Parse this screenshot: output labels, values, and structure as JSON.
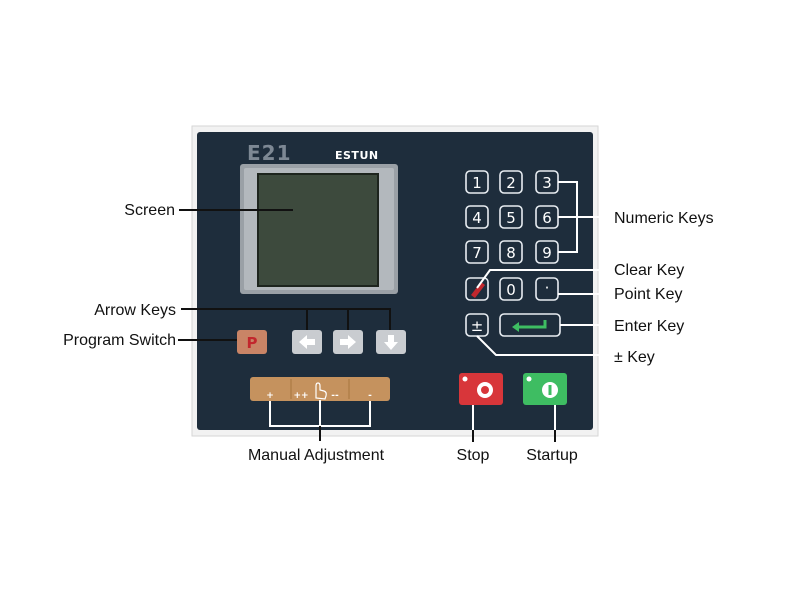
{
  "panel": {
    "model": "E21",
    "maker": "ESTUN"
  },
  "keys": {
    "numeric": [
      "1",
      "2",
      "3",
      "4",
      "5",
      "6",
      "7",
      "8",
      "9"
    ],
    "zero": "0",
    "dot": "·",
    "plusminus": "±",
    "program": "P"
  },
  "adjust_strip": {
    "plus": "+",
    "plusplus": "++",
    "minusminus": "--",
    "minus": "-"
  },
  "labels": {
    "screen": "Screen",
    "arrow_keys": "Arrow Keys",
    "program_switch": "Program Switch",
    "manual_adjustment": "Manual Adjustment",
    "numeric_keys": "Numeric Keys",
    "clear_key": "Clear Key",
    "point_key": "Point Key",
    "enter_key": "Enter Key",
    "plusminus_key": "± Key",
    "stop": "Stop",
    "startup": "Startup"
  },
  "colors": {
    "panel": "#1e2d3c",
    "key_border": "#e8edf2",
    "screen_bezel": "#9aa0a6",
    "screen_lcd": "#3d4a3d",
    "program_key": "#c98466",
    "arrow_key": "#c9ccd0",
    "adjust_strip": "#c5925e",
    "stop": "#d8363a",
    "startup": "#3ebd62",
    "clear_accent": "#c2272d"
  }
}
